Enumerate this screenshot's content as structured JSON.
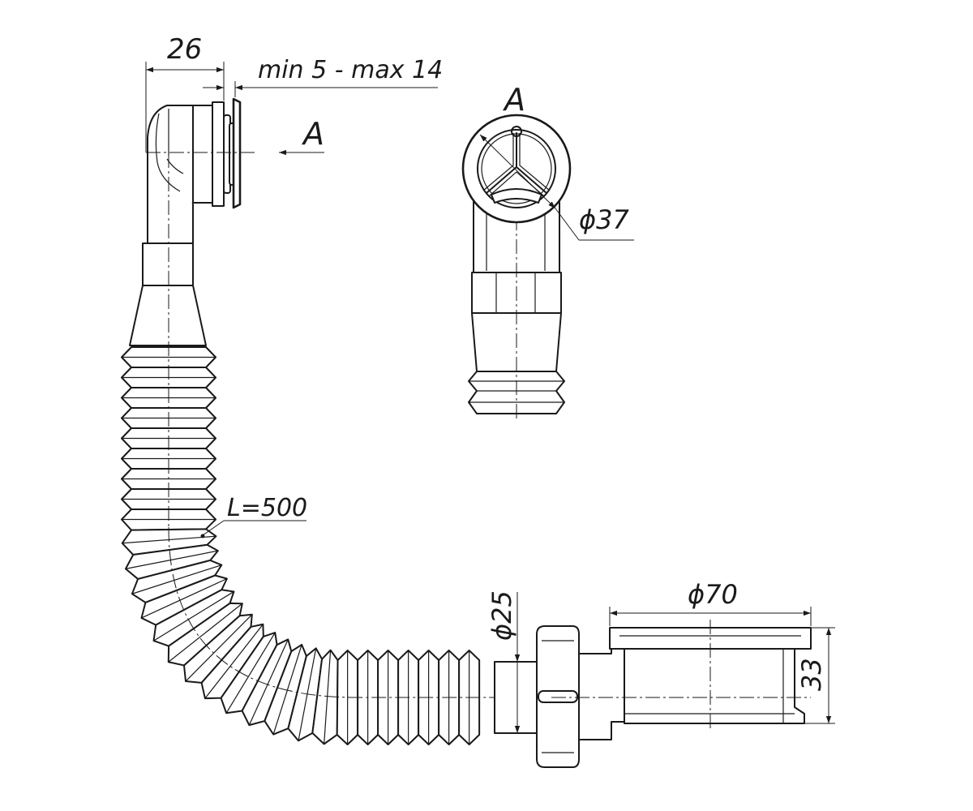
{
  "labels": {
    "dim_26": "26",
    "dim_minmax": "min 5 - max 14",
    "view_arrow": "A",
    "view_title": "A",
    "dim_d37": "ϕ37",
    "length": "L=500",
    "dim_d25": "ϕ25",
    "dim_d70": "ϕ70",
    "dim_33": "33"
  }
}
